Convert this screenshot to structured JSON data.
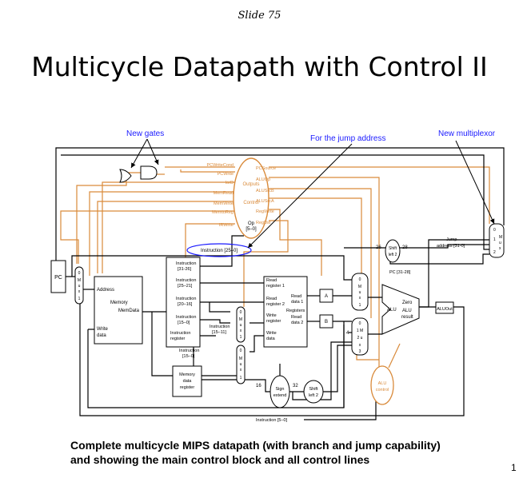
{
  "slide_number": "Slide 75",
  "title": "Multicycle Datapath with Control II",
  "caption": {
    "line1": "Complete multicycle MIPS datapath (with branch and jump capability)",
    "line2": "and showing the main control block and all control lines"
  },
  "edge_mark": "1",
  "annotations": {
    "new_gates": "New gates",
    "jump_address": "For the jump address",
    "new_multiplexor": "New multiplexor"
  },
  "control": {
    "outputs_label": "Outputs",
    "control_label": "Control",
    "op_label": "Op",
    "op_bits": "[5–0]",
    "left_signals": [
      "PCWriteCond",
      "PCWrite",
      "IorD",
      "MemRead",
      "MemWrite",
      "MemtoReg",
      "IRWrite"
    ],
    "right_signals": [
      "PCSource",
      "ALUOp",
      "ALUSrcB",
      "ALUSrcA",
      "RegWrite",
      "RegDst"
    ]
  },
  "components": {
    "pc": "PC",
    "mux": "M\nu\nx",
    "memory": {
      "address": "Address",
      "title": "Memory",
      "memdata": "MemData",
      "write_data": "Write data"
    },
    "instruction_register": {
      "i31_26": "Instruction [31-26]",
      "i25_21": "Instruction [25–21]",
      "i20_16": "Instruction [20–16]",
      "i15_0": "Instruction [15–0]",
      "reg": "Instruction register",
      "i15_11": "Instruction [15–11]",
      "i15_0b": "Instruction [15–0]"
    },
    "instr_25_0": "Instruction [25–0]",
    "registers": {
      "rr1": "Read register 1",
      "rr2": "Read register 2",
      "rd1": "Read data 1",
      "title": "Registers",
      "wr": "Write register",
      "rd2": "Read data 2",
      "wd": "Write data"
    },
    "a": "A",
    "b": "B",
    "alu": {
      "label": "ALU",
      "zero": "Zero",
      "alu_result": "ALU result"
    },
    "alu_out": "ALUOut",
    "mdr": "Memory data register",
    "sign_extend": "Sign extend",
    "shift_left": "Shift left 2",
    "alu_control": "ALU control",
    "jump_address": "Jump address [31-0]",
    "pc_31_28": "PC [31-28]",
    "instr_5_0": "Instruction [5–0]",
    "four": "4",
    "bits": {
      "b26": "26",
      "b28": "28",
      "b16": "16",
      "b32": "32"
    },
    "mux_inputs": {
      "zero": "0",
      "one": "1",
      "two": "2",
      "three": "3"
    }
  },
  "colors": {
    "control": "#d98a3a",
    "annotation": "#1a1aff",
    "highlight": "#1a1aff",
    "line": "#000000"
  }
}
